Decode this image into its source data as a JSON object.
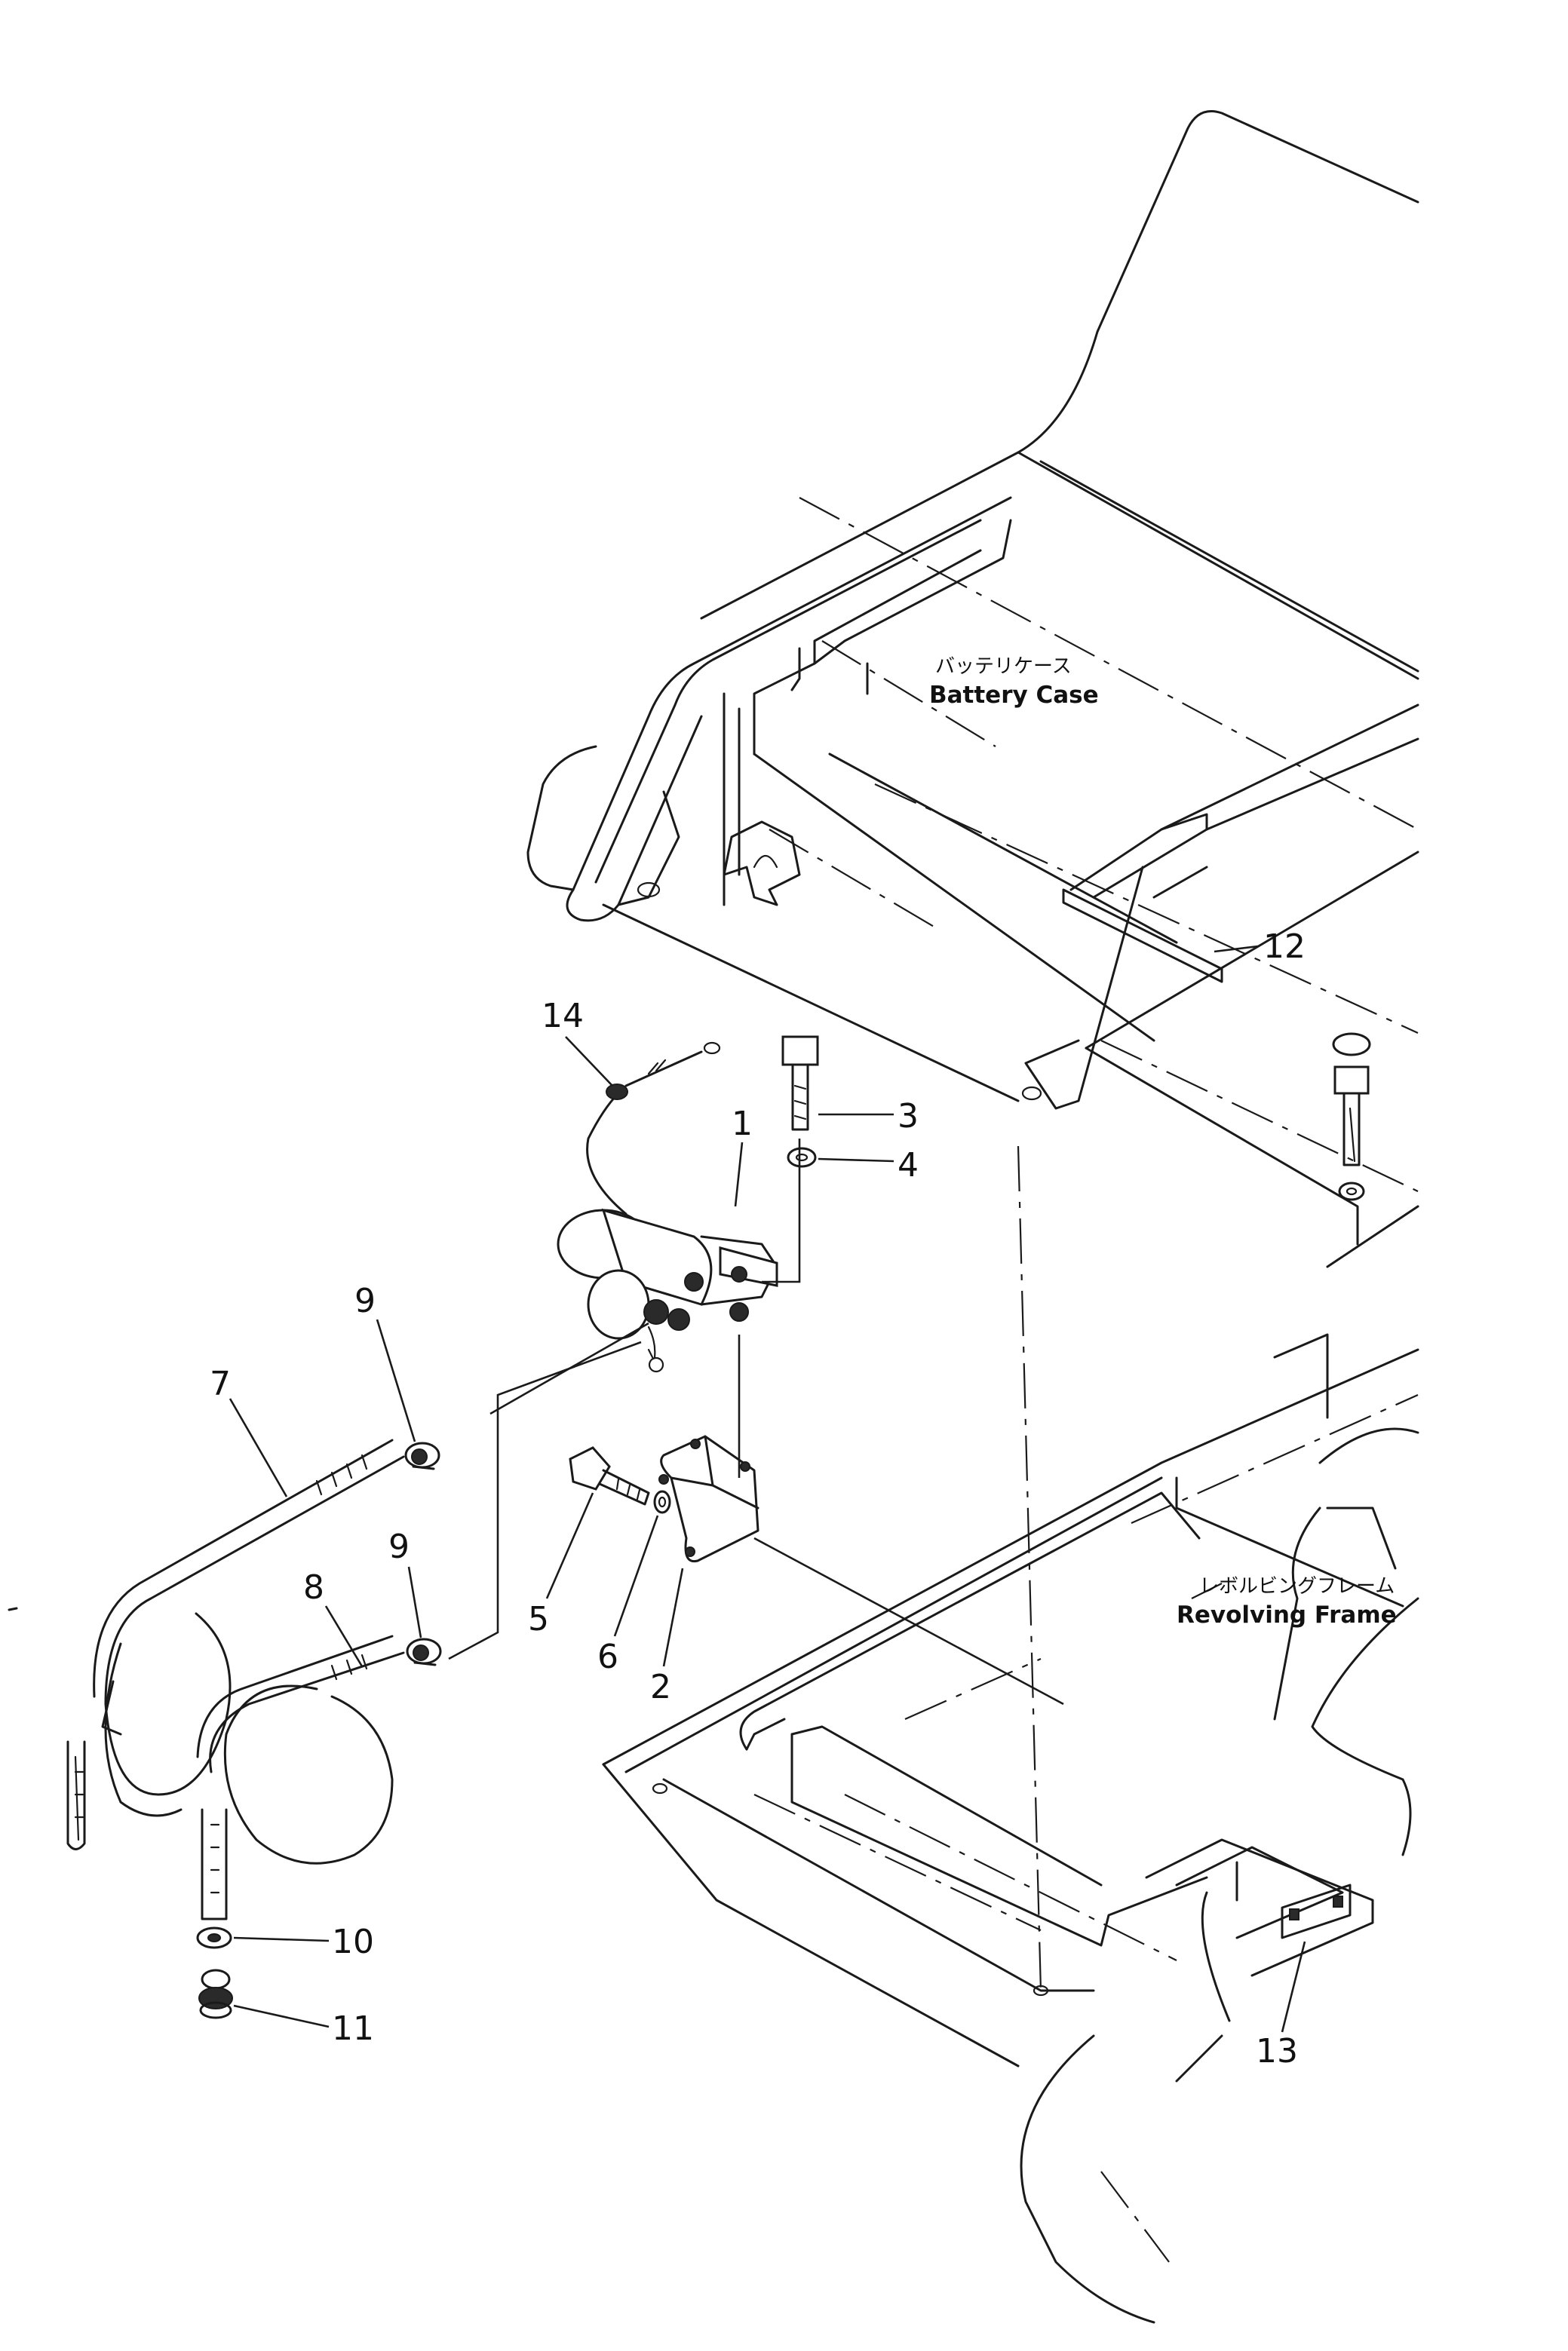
{
  "labels": {
    "battery_case_jp": "バッテリケース",
    "battery_case_en": "Battery Case",
    "revolving_frame_jp": "レボルビングフレーム",
    "revolving_frame_en": "Revolving Frame"
  },
  "callouts": [
    "1",
    "2",
    "3",
    "4",
    "5",
    "6",
    "7",
    "8",
    "9",
    "9",
    "10",
    "11",
    "12",
    "13",
    "14"
  ]
}
